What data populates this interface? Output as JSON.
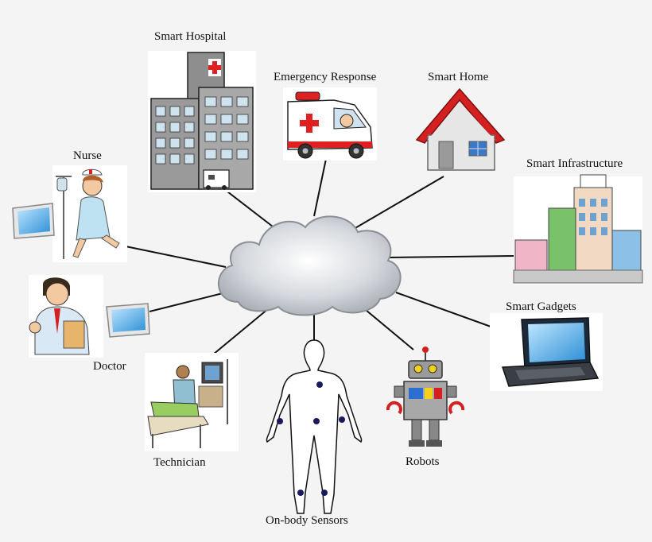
{
  "center": {
    "name": "Cloud"
  },
  "nodes": [
    {
      "id": "smart-hospital",
      "label": "Smart Hospital"
    },
    {
      "id": "emergency-response",
      "label": "Emergency Response"
    },
    {
      "id": "smart-home",
      "label": "Smart Home"
    },
    {
      "id": "smart-infrastructure",
      "label": "Smart Infrastructure"
    },
    {
      "id": "smart-gadgets",
      "label": "Smart Gadgets"
    },
    {
      "id": "robots",
      "label": "Robots"
    },
    {
      "id": "on-body-sensors",
      "label": "On-body Sensors"
    },
    {
      "id": "technician",
      "label": "Technician"
    },
    {
      "id": "doctor",
      "label": "Doctor"
    },
    {
      "id": "nurse",
      "label": "Nurse"
    }
  ],
  "colors": {
    "line": "#111111",
    "cloud_fill": "#d8dbe0",
    "cloud_stroke": "#8a8f96",
    "hospital_cross": "#e02020",
    "roof": "#d42020"
  }
}
